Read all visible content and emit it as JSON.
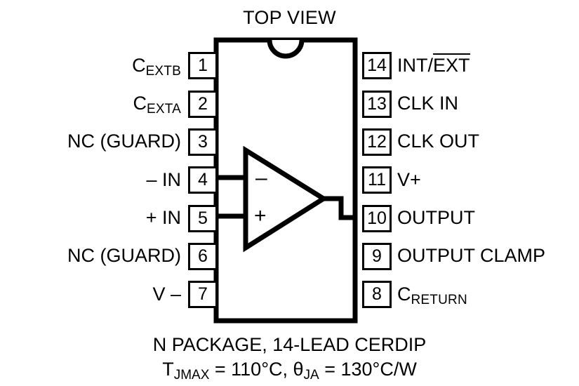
{
  "diagram": {
    "title": "TOP VIEW",
    "package_outline_color": "#000000",
    "background_color": "#ffffff",
    "notch": "semicircle-notch-icon",
    "opamp": {
      "inverting_sign": "–",
      "noninverting_sign": "+"
    }
  },
  "pins": {
    "left": [
      {
        "number": "1",
        "label_html": "C<sub>EXTB</sub>",
        "label_text": "CEXTB"
      },
      {
        "number": "2",
        "label_html": "C<sub>EXTA</sub>",
        "label_text": "CEXTA"
      },
      {
        "number": "3",
        "label_html": "NC (GUARD)",
        "label_text": "NC (GUARD)"
      },
      {
        "number": "4",
        "label_html": "– IN",
        "label_text": "- IN"
      },
      {
        "number": "5",
        "label_html": "+ IN",
        "label_text": "+ IN"
      },
      {
        "number": "6",
        "label_html": "NC (GUARD)",
        "label_text": "NC (GUARD)"
      },
      {
        "number": "7",
        "label_html": "V –",
        "label_text": "V -"
      }
    ],
    "right": [
      {
        "number": "14",
        "label_html": "INT/<span class=\"ovl\">EXT</span>",
        "label_text": "INT/EXT"
      },
      {
        "number": "13",
        "label_html": "CLK IN",
        "label_text": "CLK IN"
      },
      {
        "number": "12",
        "label_html": "CLK OUT",
        "label_text": "CLK OUT"
      },
      {
        "number": "11",
        "label_html": "V+",
        "label_text": "V+"
      },
      {
        "number": "10",
        "label_html": "OUTPUT",
        "label_text": "OUTPUT"
      },
      {
        "number": "9",
        "label_html": "OUTPUT CLAMP",
        "label_text": "OUTPUT CLAMP"
      },
      {
        "number": "8",
        "label_html": "C<sub>RETURN</sub>",
        "label_text": "CRETURN"
      }
    ]
  },
  "caption": {
    "line1": "N PACKAGE, 14-LEAD CERDIP",
    "line2_html": "T<sub>JMAX</sub> = 110°C, θ<sub>JA</sub> = 130°C/W",
    "line2_text": "TJMAX = 110°C, θJA = 130°C/W"
  }
}
